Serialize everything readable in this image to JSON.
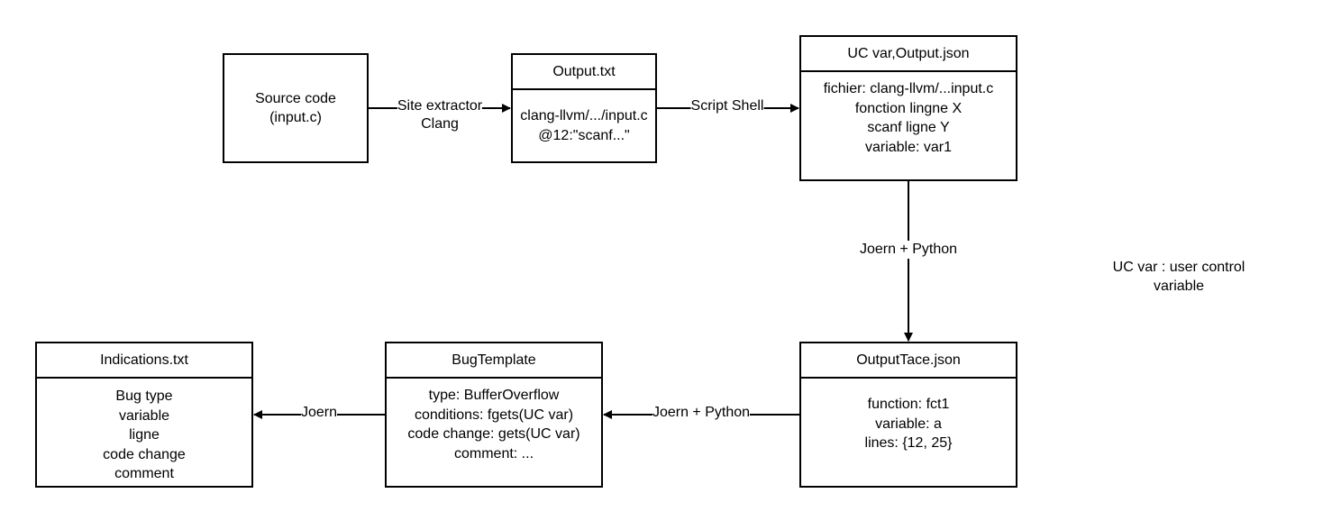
{
  "nodes": {
    "source": {
      "lines": [
        "Source code",
        "(input.c)"
      ]
    },
    "output_txt": {
      "title": "Output.txt",
      "lines": [
        "clang-llvm/.../input.c",
        "@12:\"scanf...\""
      ]
    },
    "uc_var_output": {
      "title": "UC var,Output.json",
      "lines": [
        "fichier: clang-llvm/...input.c",
        "fonction lingne X",
        "scanf ligne Y",
        "variable: var1"
      ]
    },
    "output_tace": {
      "title": "OutputTace.json",
      "lines": [
        "function: fct1",
        "variable: a",
        "lines: {12, 25}"
      ]
    },
    "bug_template": {
      "title": "BugTemplate",
      "lines": [
        "type: BufferOverflow",
        "conditions: fgets(UC var)",
        "code change: gets(UC var)",
        "comment: ..."
      ]
    },
    "indications": {
      "title": "Indications.txt",
      "lines": [
        "Bug type",
        "variable",
        "ligne",
        "code change",
        "comment"
      ]
    }
  },
  "edges": {
    "source_to_output": [
      "Site extractor",
      "Clang"
    ],
    "output_to_uc": "Script Shell",
    "uc_to_tace": "Joern + Python",
    "tace_to_bug": "Joern + Python",
    "bug_to_indications": "Joern"
  },
  "note": {
    "lines": [
      "UC var : user control",
      "variable"
    ]
  },
  "colors": {
    "stroke": "#000000",
    "background": "#ffffff"
  }
}
